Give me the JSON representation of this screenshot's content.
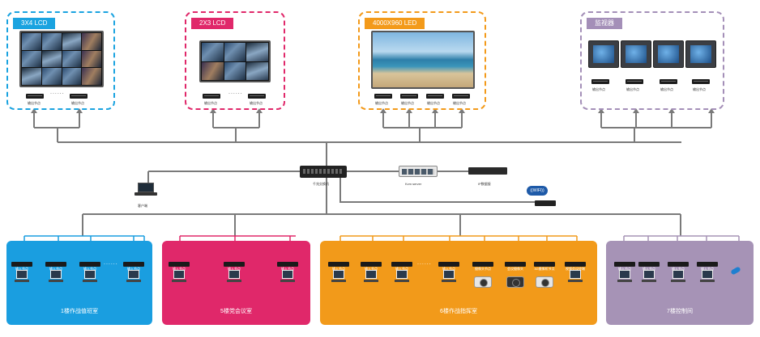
{
  "top_groups": [
    {
      "title": "3X4 LCD",
      "color": "#1aa3e0",
      "receivers": [
        "输出节点",
        "输出节点"
      ],
      "dots": "......"
    },
    {
      "title": "2X3 LCD",
      "color": "#e0286a",
      "receivers": [
        "输出节点",
        "输出节点"
      ],
      "dots": "......"
    },
    {
      "title": "4000X960 LED",
      "color": "#f39a1a",
      "receivers": [
        "输出节点",
        "输出节点",
        "输出节点",
        "输出节点"
      ]
    },
    {
      "title": "监视器",
      "color": "#a48fb8",
      "receivers": [
        "输出节点",
        "输出节点",
        "输出节点",
        "输出节点"
      ]
    }
  ],
  "center": {
    "switch_label": "千兆交换机",
    "server_label": "Kvm server",
    "patch_label": "IP数据接",
    "client_label": "客户端",
    "wifi_label": "((WIFI))"
  },
  "panels": [
    {
      "title": "1楼作战值班室",
      "color": "#1a9ee0",
      "nodes": [
        "输入节点",
        "输入节点",
        "输入节点",
        "输入节点"
      ],
      "dots": "......"
    },
    {
      "title": "5楼党会议室",
      "color": "#e0286a",
      "nodes": [
        "输入节点",
        "输入节点",
        "输入节点"
      ]
    },
    {
      "title": "6楼作战指挥室",
      "color": "#f29a1a",
      "nodes": [
        "输入节点",
        "输入节点",
        "输入节点",
        "输入节点",
        "摄像头节点",
        "会议摄像头",
        "3G摄像机节点",
        "视频会议终端"
      ],
      "dots": "......"
    },
    {
      "title": "7楼控制间",
      "color": "#a693b6",
      "nodes": [
        "输入节点",
        "输入节点",
        "输入节点",
        "输入节点"
      ]
    }
  ]
}
